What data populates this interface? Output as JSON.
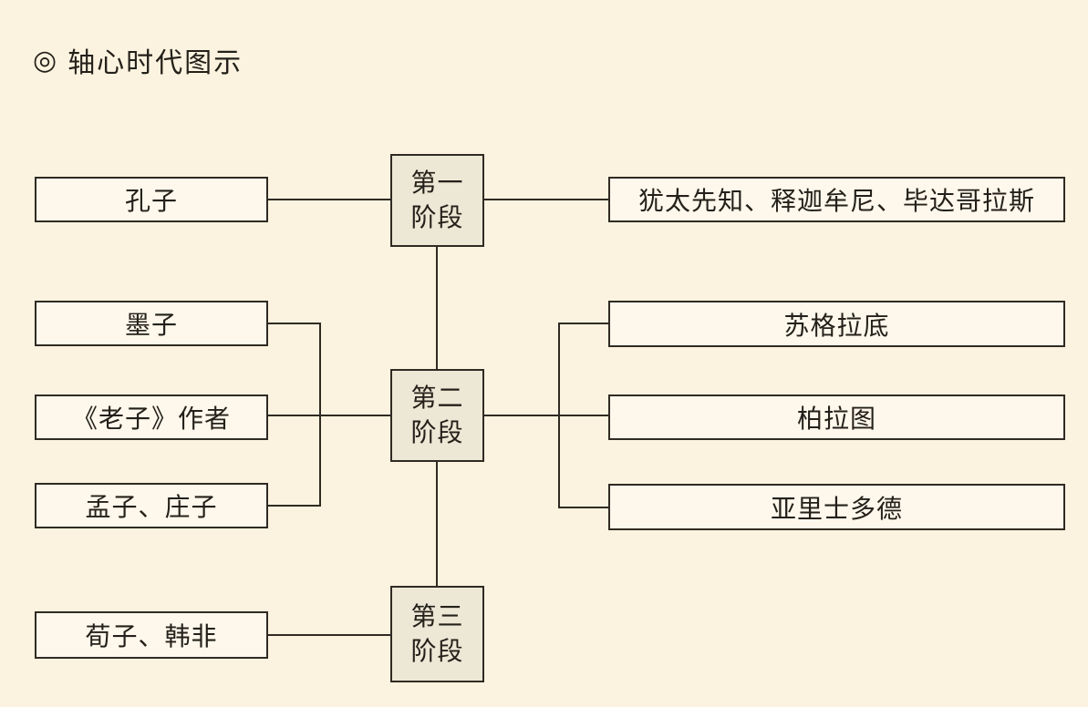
{
  "page": {
    "title_bullet": "◎",
    "title": "轴心时代图示"
  },
  "palette": {
    "background": "#FBF3DF",
    "node_fill": "#FDF8EB",
    "stage_fill": "#EDE8D5",
    "line": "#2F2A23",
    "text": "#24201A"
  },
  "diagram": {
    "stage1": {
      "label_lines": [
        "第一",
        "阶段"
      ],
      "left_nodes": [
        "孔子"
      ],
      "right_nodes": [
        "犹太先知、释迦牟尼、毕达哥拉斯"
      ]
    },
    "stage2": {
      "label_lines": [
        "第二",
        "阶段"
      ],
      "left_nodes": [
        "墨子",
        "《老子》作者",
        "孟子、庄子"
      ],
      "right_nodes": [
        "苏格拉底",
        "柏拉图",
        "亚里士多德"
      ]
    },
    "stage3": {
      "label_lines": [
        "第三",
        "阶段"
      ],
      "left_nodes": [
        "荀子、韩非"
      ],
      "right_nodes": []
    }
  }
}
